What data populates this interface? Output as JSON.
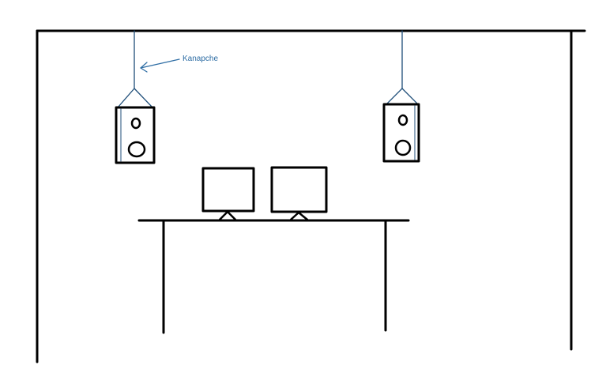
{
  "annotation": {
    "label": "Kanapche"
  },
  "colors": {
    "background": "#ffffff",
    "ink": "#000000",
    "wire": "#1f4e79",
    "annotation": "#2e6da4"
  },
  "objects": {
    "speakers": [
      "left-speaker",
      "right-speaker"
    ],
    "monitors": [
      "left-monitor",
      "right-monitor"
    ],
    "furniture": [
      "desk"
    ]
  }
}
